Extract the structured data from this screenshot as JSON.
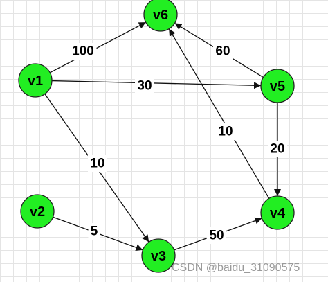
{
  "graph": {
    "nodes": [
      {
        "id": "v1",
        "label": "v1"
      },
      {
        "id": "v2",
        "label": "v2"
      },
      {
        "id": "v3",
        "label": "v3"
      },
      {
        "id": "v4",
        "label": "v4"
      },
      {
        "id": "v5",
        "label": "v5"
      },
      {
        "id": "v6",
        "label": "v6"
      }
    ],
    "edges": [
      {
        "from": "v1",
        "to": "v6",
        "weight": "100"
      },
      {
        "from": "v1",
        "to": "v5",
        "weight": "30"
      },
      {
        "from": "v1",
        "to": "v3",
        "weight": "10"
      },
      {
        "from": "v2",
        "to": "v3",
        "weight": "5"
      },
      {
        "from": "v3",
        "to": "v4",
        "weight": "50"
      },
      {
        "from": "v5",
        "to": "v6",
        "weight": "60"
      },
      {
        "from": "v5",
        "to": "v4",
        "weight": "20"
      },
      {
        "from": "v4",
        "to": "v6",
        "weight": "10"
      }
    ],
    "node_color": "#22ee22"
  },
  "watermark": "CSDN @baidu_31090575"
}
